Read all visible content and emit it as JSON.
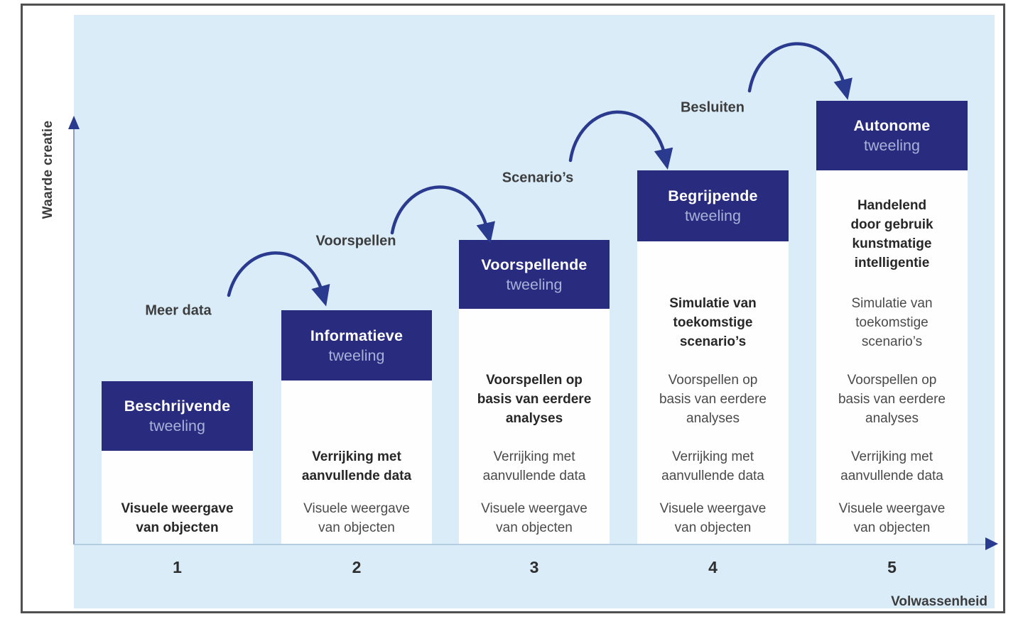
{
  "y_axis": {
    "label": "Waarde creatie"
  },
  "x_axis": {
    "label": "Volwassenheid",
    "ticks": [
      "1",
      "2",
      "3",
      "4",
      "5"
    ]
  },
  "transition_arrows": [
    {
      "label": "Meer data"
    },
    {
      "label": "Voorspellen"
    },
    {
      "label": "Scenario’s"
    },
    {
      "label": "Besluiten"
    }
  ],
  "columns": [
    {
      "level": "1",
      "box": {
        "line1": "Beschrijvende",
        "line2": "tweeling"
      },
      "items": [
        {
          "text": "Visuele weergave\nvan objecten",
          "emphasis": true
        }
      ]
    },
    {
      "level": "2",
      "box": {
        "line1": "Informatieve",
        "line2": "tweeling"
      },
      "items": [
        {
          "text": "Verrijking met\naanvullende data",
          "emphasis": true
        },
        {
          "text": "Visuele weergave\nvan objecten",
          "emphasis": false
        }
      ]
    },
    {
      "level": "3",
      "box": {
        "line1": "Voorspellende",
        "line2": "tweeling"
      },
      "items": [
        {
          "text": "Voorspellen op\nbasis van eerdere\nanalyses",
          "emphasis": true
        },
        {
          "text": "Verrijking met\naanvullende data",
          "emphasis": false
        },
        {
          "text": "Visuele weergave\nvan objecten",
          "emphasis": false
        }
      ]
    },
    {
      "level": "4",
      "box": {
        "line1": "Begrijpende",
        "line2": "tweeling"
      },
      "items": [
        {
          "text": "Simulatie van\ntoekomstige\nscenario’s",
          "emphasis": true
        },
        {
          "text": "Voorspellen op\nbasis van eerdere\nanalyses",
          "emphasis": false
        },
        {
          "text": "Verrijking met\naanvullende data",
          "emphasis": false
        },
        {
          "text": "Visuele weergave\nvan objecten",
          "emphasis": false
        }
      ]
    },
    {
      "level": "5",
      "box": {
        "line1": "Autonome",
        "line2": "tweeling"
      },
      "items": [
        {
          "text": "Handelend\ndoor gebruik\nkunstmatige\nintelligentie",
          "emphasis": true
        },
        {
          "text": "Simulatie van\ntoekomstige\nscenario’s",
          "emphasis": false
        },
        {
          "text": "Voorspellen op\nbasis van eerdere\nanalyses",
          "emphasis": false
        },
        {
          "text": "Verrijking met\naanvullende data",
          "emphasis": false
        },
        {
          "text": "Visuele weergave\nvan objecten",
          "emphasis": false
        }
      ]
    }
  ],
  "colors": {
    "box_blue": "#292c7e",
    "box_subtitle": "#a8b2d8",
    "arrow_blue": "#2a3a8e",
    "panel_blue": "#d9ecf8",
    "frame_gray": "#4f4f4f"
  }
}
